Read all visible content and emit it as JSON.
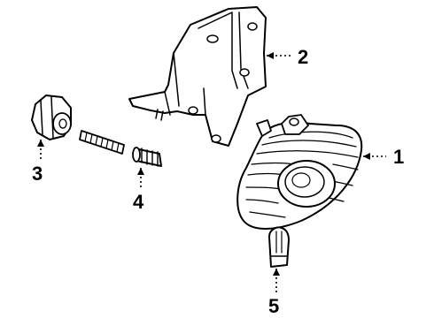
{
  "diagram": {
    "callouts": [
      {
        "number": "1",
        "part": "lamp-assembly"
      },
      {
        "number": "2",
        "part": "mounting-bracket"
      },
      {
        "number": "3",
        "part": "adjuster-nut"
      },
      {
        "number": "4",
        "part": "spring"
      },
      {
        "number": "5",
        "part": "bulb"
      }
    ],
    "colors": {
      "line": "#000000",
      "background": "#ffffff"
    }
  }
}
